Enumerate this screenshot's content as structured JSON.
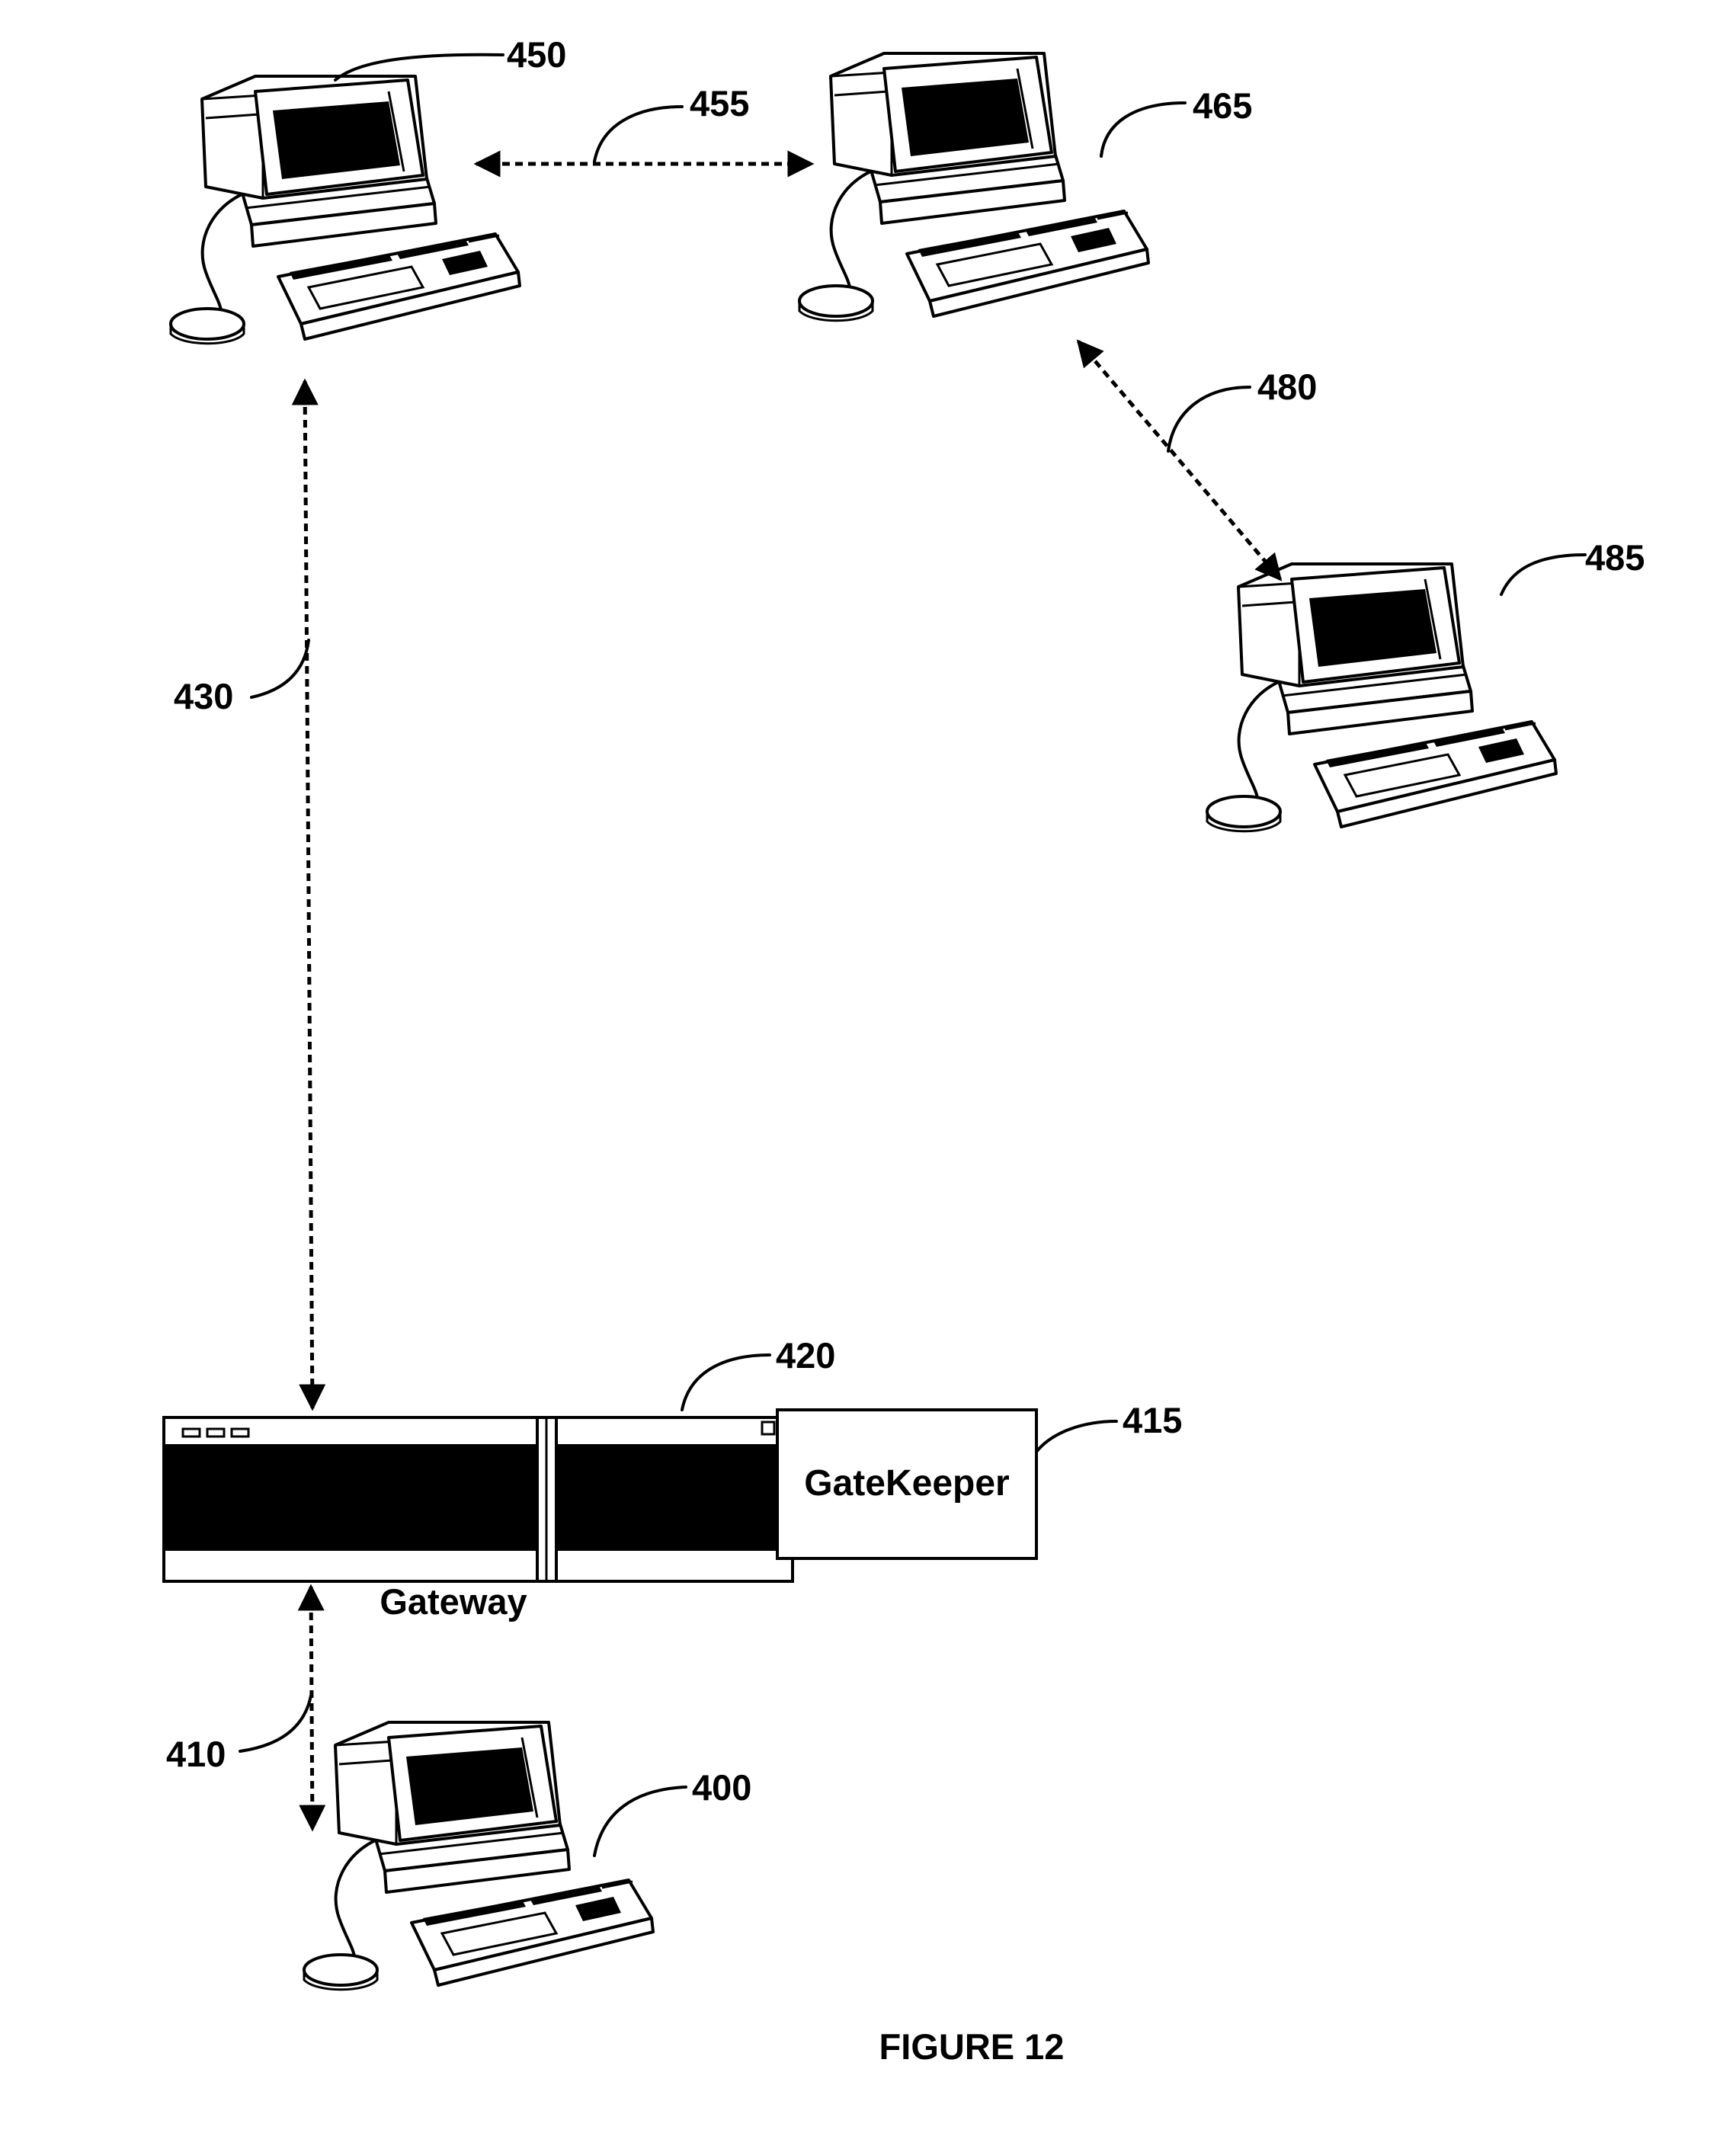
{
  "figure": {
    "caption": "FIGURE 12"
  },
  "nodes": {
    "computer_450": {
      "ref": "450"
    },
    "computer_465": {
      "ref": "465"
    },
    "computer_485": {
      "ref": "485"
    },
    "computer_400": {
      "ref": "400"
    },
    "gateway": {
      "label": "Gateway",
      "ref": "420"
    },
    "gatekeeper": {
      "label": "GateKeeper",
      "ref": "415"
    }
  },
  "links": {
    "link_455": {
      "ref": "455"
    },
    "link_480": {
      "ref": "480"
    },
    "link_430": {
      "ref": "430"
    },
    "link_410": {
      "ref": "410"
    }
  }
}
